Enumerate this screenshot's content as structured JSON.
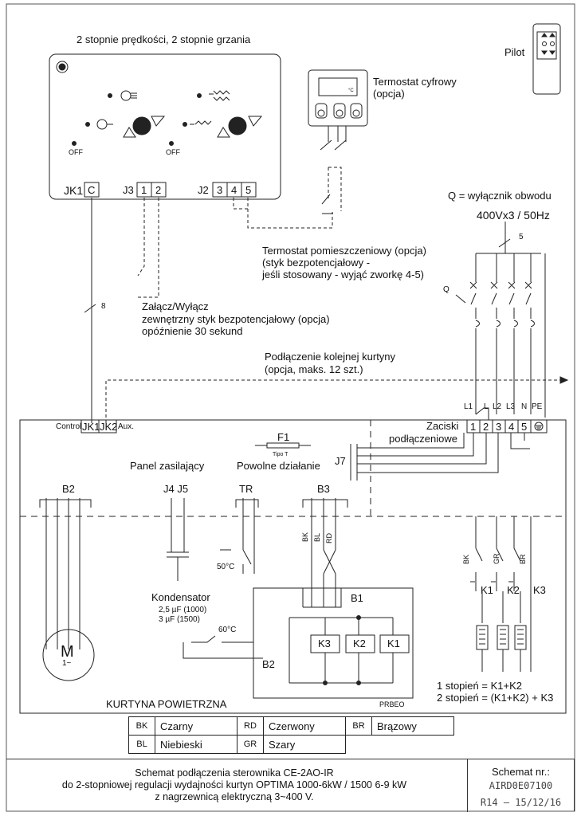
{
  "controller": {
    "title": "2 stopnie prędkości, 2 stopnie grzania",
    "off_left": "OFF",
    "off_right": "OFF",
    "jk1": "JK1",
    "c": "C",
    "j3": "J3",
    "j3_1": "1",
    "j3_2": "2",
    "j2": "J2",
    "j2_3": "3",
    "j2_4": "4",
    "j2_5": "5"
  },
  "remote": {
    "label": "Pilot"
  },
  "thermostat_digital": {
    "line1": "Termostat cyfrowy",
    "line2": "(opcja)",
    "unit": "°C"
  },
  "breaker": {
    "label": "Q = wyłącznik obwodu",
    "supply": "400Vx3 / 50Hz",
    "wires": "5",
    "q": "Q"
  },
  "room_thermostat": {
    "line1": "Termostat pomieszczeniowy (opcja)",
    "line2": "(styk bezpotencjałowy -",
    "line3": "jeśli stosowany - wyjąć zworkę 4-5)"
  },
  "onoff": {
    "line1": "Załącz/Wyłącz",
    "line2": "zewnętrzny styk bezpotencjałowy (opcja)",
    "line3": "opóźnienie 30 sekund"
  },
  "cable_count": "8",
  "next_curtain": {
    "line1": "Podłączenie kolejnej kurtyny",
    "line2": "(opcja, maks. 12 szt.)"
  },
  "curtain": {
    "control": "Control",
    "jk1": "JK1",
    "jk2": "JK2",
    "aux": "Aux.",
    "terminals_label1": "Zaciski",
    "terminals_label2": "podłączeniowe",
    "terminal_tops": [
      "L1",
      "L",
      "L2",
      "L3",
      "N",
      "PE"
    ],
    "terminal_nums": [
      "1",
      "2",
      "3",
      "4",
      "5"
    ],
    "f1": "F1",
    "f1_type": "Tipo T",
    "slow": "Powolne działanie",
    "panel": "Panel zasilający",
    "j7": "J7",
    "b2": "B2",
    "j4j5": "J4 J5",
    "tr": "TR",
    "b3": "B3",
    "bk": "BK",
    "bl": "BL",
    "rd": "RD",
    "temp50": "50°C",
    "kondensator": "Kondensator",
    "cap1": "2,5 µF (1000)",
    "cap2": "3 µF (1500)",
    "temp60": "60°C",
    "b1": "B1",
    "b2_inner": "B2",
    "k3": "K3",
    "k2": "K2",
    "k1": "K1",
    "motor": "M",
    "motor_sub": "1~",
    "prbeo": "PRBEO",
    "title": "KURTYNA POWIETRZNA",
    "rk_bk": "BK",
    "rk_gr": "GR",
    "rk_br": "BR",
    "relay_k1": "K1",
    "relay_k2": "K2",
    "relay_k3": "K3",
    "stage1": "1 stopień = K1+K2",
    "stage2": "2 stopień = (K1+K2) + K3"
  },
  "legend": [
    [
      {
        "code": "BK",
        "name": "Czarny"
      },
      {
        "code": "RD",
        "name": "Czerwony"
      },
      {
        "code": "BR",
        "name": "Brązowy"
      }
    ],
    [
      {
        "code": "BL",
        "name": "Niebieski"
      },
      {
        "code": "GR",
        "name": "Szary"
      }
    ]
  ],
  "footer": {
    "line1": "Schemat podłączenia sterownika CE-2AO-IR",
    "line2": "do 2-stopniowej regulacji wydajności kurtyn OPTIMA 1000-6kW / 1500 6-9 kW",
    "line3": "z nagrzewnicą elektryczną 3~400 V.",
    "schem_label": "Schemat nr.:",
    "schem_code": "AIRD0E07100",
    "revision": "R14 — 15/12/16"
  }
}
